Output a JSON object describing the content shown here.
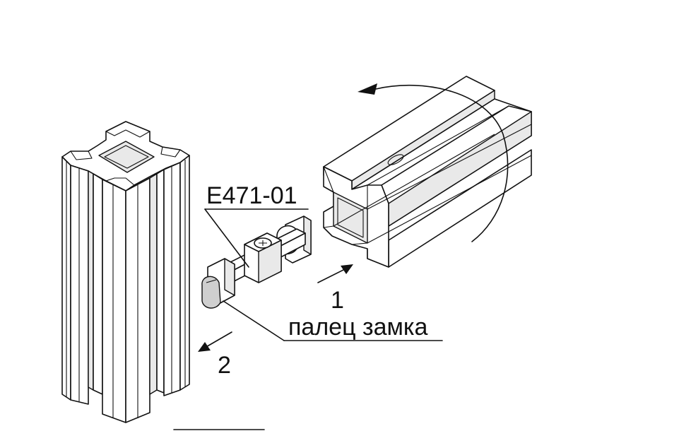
{
  "labels": {
    "part_number": "E471-01",
    "lock_pin": "палец замка",
    "step_1": "1",
    "step_2": "2"
  },
  "colors": {
    "line": "#111111",
    "background": "#ffffff",
    "shade": "#e9e9e9"
  }
}
